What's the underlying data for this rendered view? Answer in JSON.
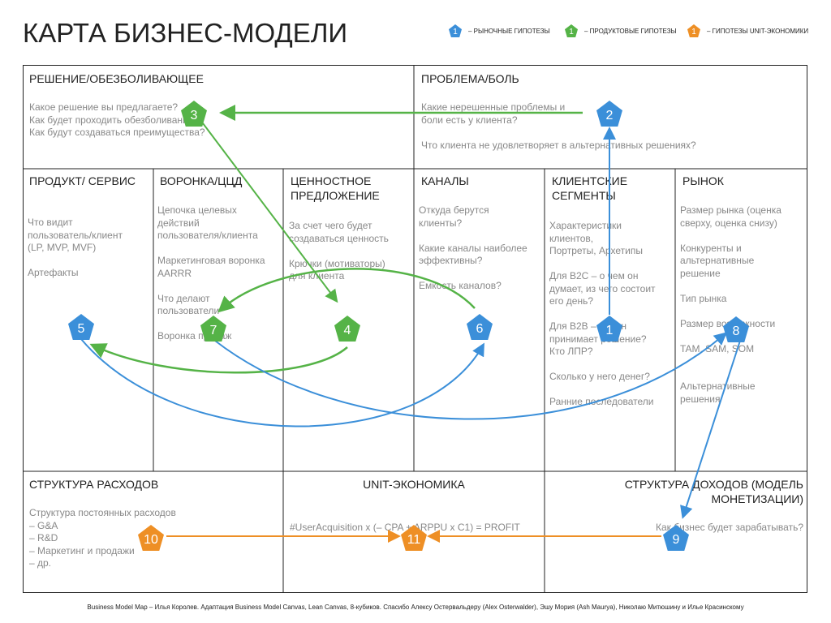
{
  "title": "КАРТА БИЗНЕС-МОДЕЛИ",
  "legend": [
    {
      "num": "1",
      "label": "– РЫНОЧНЫЕ ГИПОТЕЗЫ",
      "color": "#3b8fd9"
    },
    {
      "num": "1",
      "label": "– ПРОДУКТОВЫЕ ГИПОТЕЗЫ",
      "color": "#55b347"
    },
    {
      "num": "1",
      "label": "– ГИПОТЕЗЫ UNIT-ЭКОНОМИКИ",
      "color": "#ee8f25"
    }
  ],
  "sections": {
    "solution": {
      "header": "РЕШЕНИЕ/ОБЕЗБОЛИВАЮЩЕЕ",
      "lines": [
        "Какое решение вы предлагаете?",
        "Как будет проходить обезболивание?",
        "Как будут создаваться преимущества?"
      ]
    },
    "problem": {
      "header": "ПРОБЛЕМА/БОЛЬ",
      "lines": [
        "Какие нерешенные проблемы и",
        "боли есть у клиента?",
        "",
        "Что клиента не удовлетворяет в альтернативных решениях?"
      ]
    },
    "product": {
      "header": "ПРОДУКТ/ СЕРВИС",
      "lines": [
        "Что видит",
        "пользователь/клиент",
        "(LP, MVP, MVF)",
        "",
        "Артефакты"
      ]
    },
    "funnel": {
      "header": "ВОРОНКА/ЦЦД",
      "lines": [
        "Цепочка целевых",
        "действий",
        "пользователя/клиента",
        "",
        "Маркетинговая воронка",
        "AARRR",
        "",
        "Что делают",
        "пользователи",
        "",
        "Воронка продаж"
      ]
    },
    "value": {
      "header": "ЦЕННОСТНОЕ ПРЕДЛОЖЕНИЕ",
      "lines": [
        "За счет чего будет",
        "создаваться ценность",
        "",
        "Крючки (мотиваторы)",
        "для клиента"
      ]
    },
    "channels": {
      "header": "КАНАЛЫ",
      "lines": [
        "Откуда берутся",
        "клиенты?",
        "",
        "Какие каналы наиболее",
        "эффективны?",
        "",
        "Емкость каналов?"
      ]
    },
    "segments": {
      "header": "КЛИЕНТСКИЕ СЕГМЕНТЫ",
      "lines": [
        "Характеристики",
        "клиентов,",
        "Портреты, Архетипы",
        "",
        "Для B2C – о чем он",
        "думает, из чего состоит",
        "его день?",
        "",
        "Для B2B – кто он",
        "принимает решение?",
        "Кто ЛПР?",
        "",
        "Сколько у него денег?",
        "",
        "Ранние последователи"
      ]
    },
    "market": {
      "header": "РЫНОК",
      "lines": [
        "Размер рынка (оценка",
        "сверху, оценка снизу)",
        "",
        "Конкуренты и",
        "альтернативные",
        "решение",
        "",
        "Тип рынка",
        "",
        "Размер возможности",
        "",
        "TAM, SAM, SOM",
        "",
        "",
        "Альтернативные",
        "решения"
      ]
    },
    "costs": {
      "header": "СТРУКТУРА РАСХОДОВ",
      "lines": [
        "Структура постоянных расходов",
        "– G&A",
        "– R&D",
        "– Маркетинг и продажи",
        "– др."
      ]
    },
    "unit": {
      "header": "UNIT-ЭКОНОМИКА",
      "lines": [
        "#UserAcquisition x (– CPA + ARPPU x C1) = PROFIT"
      ]
    },
    "revenue": {
      "header": "СТРУКТУРА ДОХОДОВ (МОДЕЛЬ МОНЕТИЗАЦИИ)",
      "lines": [
        "Как бизнес будет зарабатывать?"
      ]
    }
  },
  "markers": [
    {
      "num": "1",
      "color": "#3b8fd9"
    },
    {
      "num": "2",
      "color": "#3b8fd9"
    },
    {
      "num": "3",
      "color": "#55b347"
    },
    {
      "num": "4",
      "color": "#55b347"
    },
    {
      "num": "5",
      "color": "#3b8fd9"
    },
    {
      "num": "6",
      "color": "#3b8fd9"
    },
    {
      "num": "7",
      "color": "#55b347"
    },
    {
      "num": "8",
      "color": "#3b8fd9"
    },
    {
      "num": "9",
      "color": "#3b8fd9"
    },
    {
      "num": "10",
      "color": "#ee8f25"
    },
    {
      "num": "11",
      "color": "#ee8f25"
    }
  ],
  "footer": "Business Model Map – Илья Королев. Адаптация Business Model Canvas, Lean Canvas, 8-кубиков. Спасибо Алексу Остервальдеру (Alex Osterwalder), Эшу Мория (Ash Maurya), Николаю Митюшину и Илье Красинскому"
}
